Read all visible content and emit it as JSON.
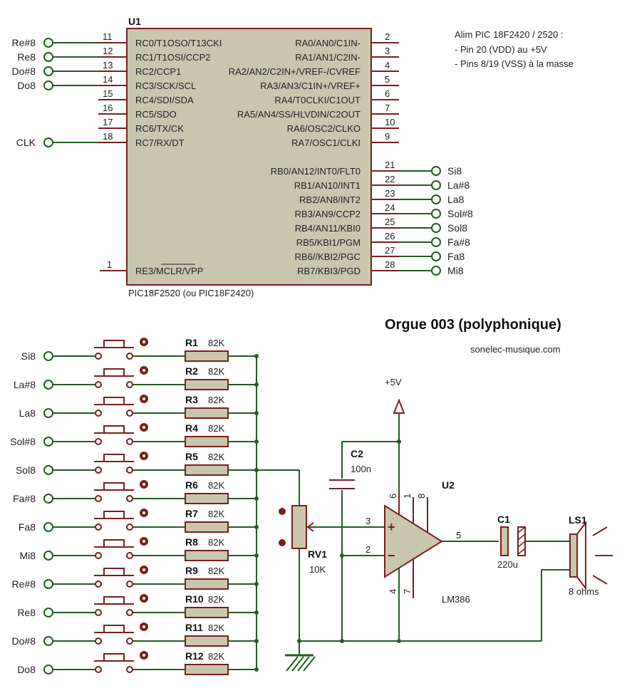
{
  "title": "Orgue 003 (polyphonique)",
  "website": "sonelec-musique.com",
  "notes": {
    "line1": "Alim PIC 18F2420 / 2520 :",
    "line2": "- Pin 20 (VDD) au +5V",
    "line3": "- Pins 8/19 (VSS) à la masse"
  },
  "u1": {
    "ref": "U1",
    "part": "PIC18F2520  (ou PIC18F2420)",
    "left_pins": [
      {
        "num": "11",
        "name": "RC0/T1OSO/T13CKI",
        "net": "Re#8"
      },
      {
        "num": "12",
        "name": "RC1/T1OSI/CCP2",
        "net": "Re8"
      },
      {
        "num": "13",
        "name": "RC2/CCP1",
        "net": "Do#8"
      },
      {
        "num": "14",
        "name": "RC3/SCK/SCL",
        "net": "Do8"
      },
      {
        "num": "15",
        "name": "RC4/SDI/SDA",
        "net": ""
      },
      {
        "num": "16",
        "name": "RC5/SDO",
        "net": ""
      },
      {
        "num": "17",
        "name": "RC6/TX/CK",
        "net": ""
      },
      {
        "num": "18",
        "name": "RC7/RX/DT",
        "net": "CLK"
      }
    ],
    "right_pins": [
      {
        "num": "2",
        "name": "RA0/AN0/C1IN-",
        "net": ""
      },
      {
        "num": "3",
        "name": "RA1/AN1/C2IN-",
        "net": ""
      },
      {
        "num": "4",
        "name": "RA2/AN2/C2IN+/VREF-/CVREF",
        "net": ""
      },
      {
        "num": "5",
        "name": "RA3/AN3/C1IN+/VREF+",
        "net": ""
      },
      {
        "num": "6",
        "name": "RA4/T0CLKI/C1OUT",
        "net": ""
      },
      {
        "num": "7",
        "name": "RA5/AN4/SS/HLVDIN/C2OUT",
        "net": ""
      },
      {
        "num": "10",
        "name": "RA6/OSC2/CLKO",
        "net": ""
      },
      {
        "num": "9",
        "name": "RA7/OSC1/CLKI",
        "net": ""
      },
      {
        "num": "21",
        "name": "RB0/AN12/INT0/FLT0",
        "net": "Si8"
      },
      {
        "num": "22",
        "name": "RB1/AN10/INT1",
        "net": "La#8"
      },
      {
        "num": "23",
        "name": "RB2/AN8/INT2",
        "net": "La8"
      },
      {
        "num": "24",
        "name": "RB3/AN9/CCP2",
        "net": "Sol#8"
      },
      {
        "num": "25",
        "name": "RB4/AN11/KBI0",
        "net": "Sol8"
      },
      {
        "num": "26",
        "name": "RB5/KBI1/PGM",
        "net": "Fa#8"
      },
      {
        "num": "27",
        "name": "RB6//KBI2/PGC",
        "net": "Fa8"
      },
      {
        "num": "28",
        "name": "RB7/KBI3/PGD",
        "net": "Mi8"
      }
    ],
    "mclr": {
      "num": "1",
      "name": "RE3/MCLR/VPP"
    }
  },
  "keys": [
    {
      "net": "Si8",
      "ref": "R1",
      "value": "82K"
    },
    {
      "net": "La#8",
      "ref": "R2",
      "value": "82K"
    },
    {
      "net": "La8",
      "ref": "R3",
      "value": "82K"
    },
    {
      "net": "Sol#8",
      "ref": "R4",
      "value": "82K"
    },
    {
      "net": "Sol8",
      "ref": "R5",
      "value": "82K"
    },
    {
      "net": "Fa#8",
      "ref": "R6",
      "value": "82K"
    },
    {
      "net": "Fa8",
      "ref": "R7",
      "value": "82K"
    },
    {
      "net": "Mi8",
      "ref": "R8",
      "value": "82K"
    },
    {
      "net": "Re#8",
      "ref": "R9",
      "value": "82K"
    },
    {
      "net": "Re8",
      "ref": "R10",
      "value": "82K"
    },
    {
      "net": "Do#8",
      "ref": "R11",
      "value": "82K"
    },
    {
      "net": "Do8",
      "ref": "R12",
      "value": "82K"
    }
  ],
  "audio": {
    "supply": "+5V",
    "c2": {
      "ref": "C2",
      "value": "100n"
    },
    "rv1": {
      "ref": "RV1",
      "value": "10K"
    },
    "u2": {
      "ref": "U2",
      "part": "LM386",
      "pin_in_plus": "3",
      "pin_in_minus": "2",
      "pin_out": "5",
      "pin_top_a": "6",
      "pin_top_b": "1",
      "pin_top_c": "8",
      "pin_bot_a": "4",
      "pin_bot_b": "7",
      "plus": "+",
      "minus": "−"
    },
    "c1": {
      "ref": "C1",
      "value": "220u"
    },
    "ls1": {
      "ref": "LS1",
      "value": "8 ohms"
    }
  }
}
